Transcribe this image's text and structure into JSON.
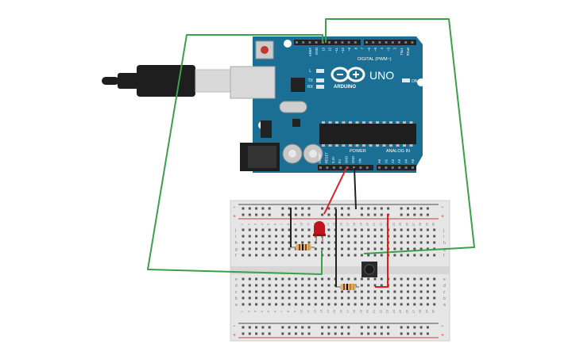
{
  "board": {
    "brand": "UNO",
    "logo_text": "ARDUINO",
    "digital_label": "DIGITAL (PWM~)",
    "power_label": "POWER",
    "analog_label": "ANALOG IN",
    "on_label": "ON",
    "led_l": "L",
    "led_tx": "TX",
    "led_rx": "RX",
    "digital_pins": [
      "AREF",
      "GND",
      "13",
      "12",
      "~11",
      "~10",
      "~9",
      "8",
      "7",
      "~6",
      "~5",
      "4",
      "~3",
      "2",
      "TX▸1",
      "RX◂0"
    ],
    "power_pins": [
      "IOREF",
      "RESET",
      "3.3V",
      "5V",
      "GND",
      "GND",
      "Vin"
    ],
    "analog_pins": [
      "A0",
      "A1",
      "A2",
      "A3",
      "A4",
      "A5"
    ],
    "colors": {
      "pcb": "#1b6f95",
      "pcb_dark": "#15587a",
      "wire_green": "#3aa04a",
      "wire_red": "#e02020",
      "wire_black": "#222222"
    }
  },
  "breadboard": {
    "col_numbers": [
      "1",
      "2",
      "3",
      "4",
      "5",
      "6",
      "7",
      "8",
      "9",
      "10",
      "11",
      "12",
      "13",
      "14",
      "15",
      "16",
      "17",
      "18",
      "19",
      "20",
      "21",
      "22",
      "23",
      "24",
      "25",
      "26",
      "27",
      "28",
      "29",
      "30"
    ],
    "row_letters_top": [
      "j",
      "i",
      "h",
      "g",
      "f"
    ],
    "row_letters_bottom": [
      "e",
      "d",
      "c",
      "b",
      "a"
    ],
    "rail_minus": "−",
    "rail_plus": "+"
  }
}
